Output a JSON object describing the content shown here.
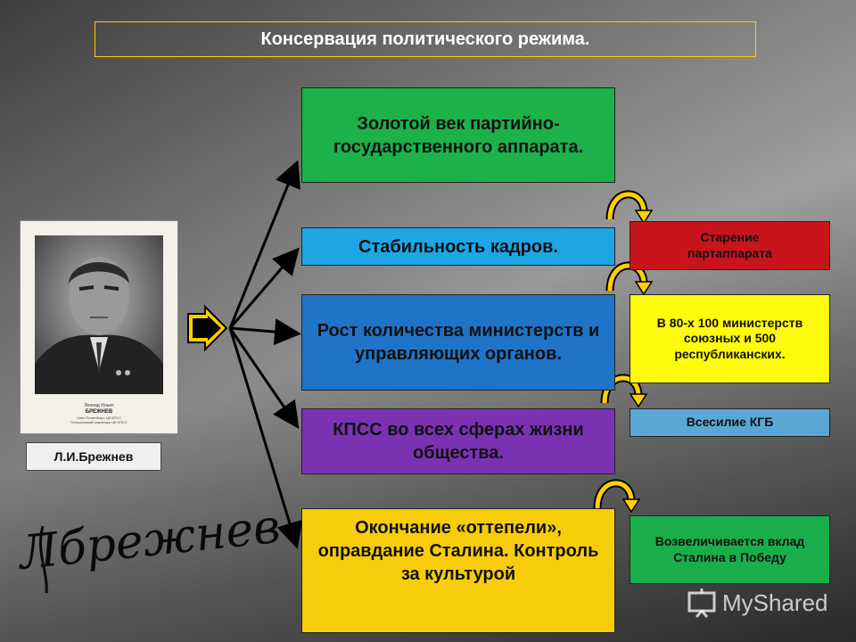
{
  "title": "Консервация политического режима.",
  "portrait": {
    "name_label": "Л.И.Брежнев",
    "caption_line1": "Леонид Ильич",
    "caption_line2": "БРЕЖНЕВ",
    "caption_line3": "Член Политбюро ЦК КПСС",
    "caption_line4": "Генеральный секретарь ЦК КПСС"
  },
  "main_items": [
    {
      "text": "Золотой век партийно-государственного аппарата.",
      "color": "#1db14a"
    },
    {
      "text": "Стабильность кадров.",
      "color": "#1ea6e4"
    },
    {
      "text": "Рост количества министерств и управляющих органов.",
      "color": "#1f74c8"
    },
    {
      "text": "КПСС во всех сферах жизни общества.",
      "color": "#7a32b3"
    },
    {
      "text": "Окончание «оттепели», оправдание Сталина. Контроль за культурой",
      "color": "#f7cd0a"
    }
  ],
  "side_items": [
    {
      "text": "Старение партаппарата",
      "color": "#c8141b"
    },
    {
      "text": "В 80-х 100 министерств союзных и 500 республиканских.",
      "color": "#fffb0a"
    },
    {
      "text": "Всесилие КГБ",
      "color": "#5aa7d4"
    },
    {
      "text": "Возвеличивается вклад Сталина в Победу",
      "color": "#1aae4b"
    }
  ],
  "signature": "Лбрежнев-",
  "watermark": "MyShared",
  "colors": {
    "arrow_yellow": "#ffd000",
    "title_border": "#ffcc00"
  }
}
